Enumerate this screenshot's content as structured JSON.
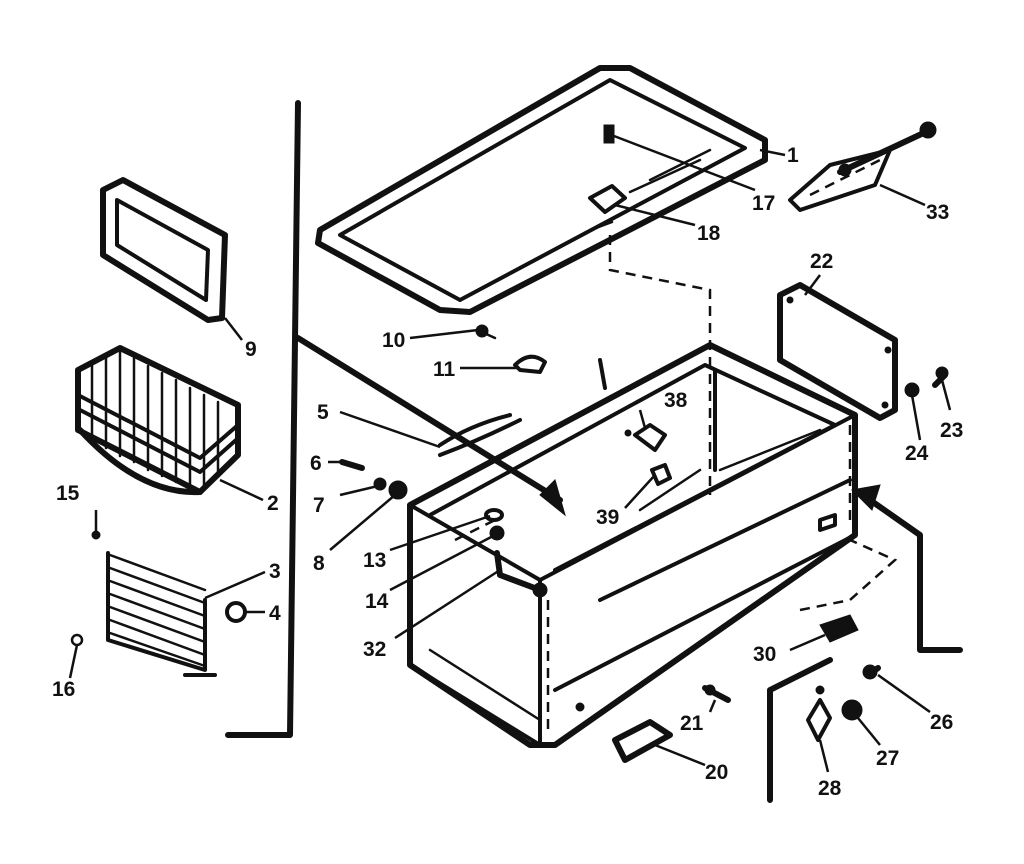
{
  "callouts": {
    "c1": "1",
    "c2": "2",
    "c3": "3",
    "c4": "4",
    "c5": "5",
    "c6": "6",
    "c7": "7",
    "c8": "8",
    "c9": "9",
    "c10": "10",
    "c11": "11",
    "c13": "13",
    "c14": "14",
    "c15": "15",
    "c16": "16",
    "c17": "17",
    "c18": "18",
    "c20": "20",
    "c21": "21",
    "c22": "22",
    "c23": "23",
    "c24": "24",
    "c26": "26",
    "c27": "27",
    "c28": "28",
    "c30": "30",
    "c32": "32",
    "c33": "33",
    "c38": "38",
    "c39": "39"
  }
}
